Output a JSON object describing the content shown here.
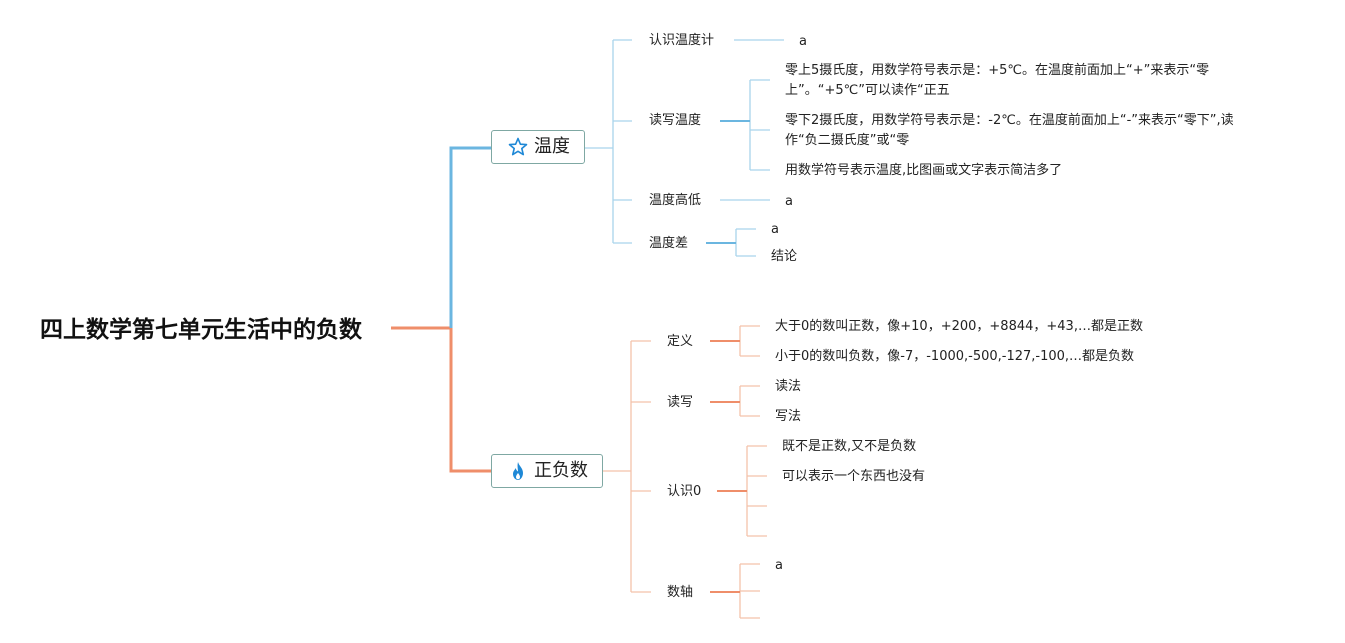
{
  "root": "四上数学第七单元生活中的负数",
  "temp": {
    "label": "温度",
    "icon": "star-icon",
    "items": {
      "recognize": "认识温度计",
      "recognize_value": "a",
      "readwrite": "读写温度",
      "rw_text1": "零上5摄氏度，用数学符号表示是：+5℃。在温度前面加上“+”来表示“零上”。“+5℃”可以读作“正五",
      "rw_text2": "零下2摄氏度，用数学符号表示是：-2℃。在温度前面加上“-”来表示“零下”,读作“负二摄氏度”或“零",
      "rw_text3": "用数学符号表示温度,比图画或文字表示简洁多了",
      "highlow": "温度高低",
      "highlow_value": "a",
      "diff": "温度差",
      "diff_value": "a",
      "diff_conclusion": "结论"
    },
    "color": "#6bb6e0"
  },
  "posneg": {
    "label": "正负数",
    "icon": "flame-icon",
    "items": {
      "definition": "定义",
      "def_text1": "大于0的数叫正数，像+10，+200，+8844，+43,…都是正数",
      "def_text2": "小于0的数叫负数，像-7，-1000,-500,-127,-100,…都是负数",
      "readwrite": "读写",
      "read_method": "读法",
      "write_method": "写法",
      "zero": "认识0",
      "zero_text1": "既不是正数,又不是负数",
      "zero_text2": "可以表示一个东西也没有",
      "axis": "数轴",
      "axis_value": "a"
    },
    "color": "#ef8e6a"
  }
}
